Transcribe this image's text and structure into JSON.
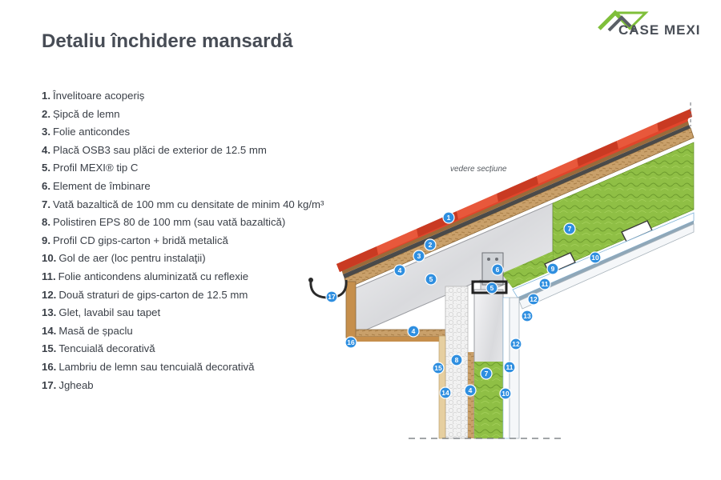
{
  "title": "Detaliu închidere mansardă",
  "brand": {
    "name": "CASE MEXI",
    "colors": {
      "green": "#7fbf3a",
      "gray": "#5a5f66"
    }
  },
  "caption": "vedere secțiune",
  "legend": [
    {
      "num": "1.",
      "text": "Învelitoare acoperiș"
    },
    {
      "num": "2.",
      "text": "Șipcă de lemn"
    },
    {
      "num": "3.",
      "text": "Folie anticondes"
    },
    {
      "num": "4.",
      "text": "Placă OSB3 sau plăci de exterior de 12.5 mm"
    },
    {
      "num": "5.",
      "text": "Profil MEXI® tip C"
    },
    {
      "num": "6.",
      "text": "Element de îmbinare"
    },
    {
      "num": "7.",
      "text": "Vată bazaltică de 100 mm cu densitate de minim 40 kg/m³"
    },
    {
      "num": "8.",
      "text": "Polistiren EPS 80 de 100 mm (sau vată bazaltică)"
    },
    {
      "num": "9.",
      "text": "Profil CD gips-carton + bridă metalică"
    },
    {
      "num": "10.",
      "text": "Gol de aer (loc pentru instalaţii)"
    },
    {
      "num": "11.",
      "text": "Folie anticondens aluminizată cu reflexie"
    },
    {
      "num": "12.",
      "text": "Două straturi de gips-carton de 12.5 mm"
    },
    {
      "num": "13.",
      "text": "Glet, lavabil sau tapet"
    },
    {
      "num": "14.",
      "text": "Masă de șpaclu"
    },
    {
      "num": "15.",
      "text": "Tencuială decorativă"
    },
    {
      "num": "16.",
      "text": "Lambriu de lemn sau tencuială decorativă"
    },
    {
      "num": "17.",
      "text": "Jgheab"
    }
  ],
  "markers": [
    "1",
    "2",
    "3",
    "4",
    "5",
    "6",
    "5",
    "7",
    "9",
    "10",
    "11",
    "12",
    "13",
    "17",
    "16",
    "4",
    "8",
    "7",
    "12",
    "11",
    "10",
    "15",
    "14",
    "4"
  ]
}
